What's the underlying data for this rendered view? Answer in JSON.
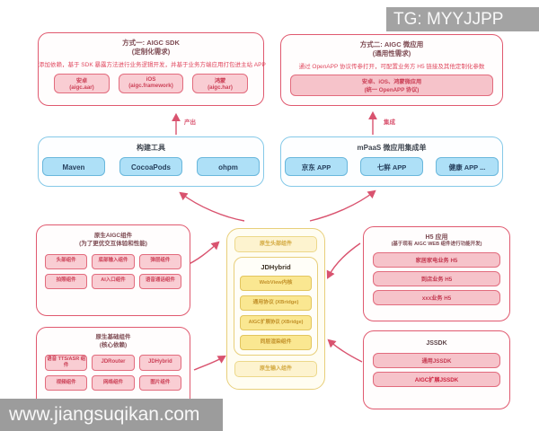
{
  "watermarks": {
    "top_right": "TG: MYYJJPP",
    "bottom_left": "www.jiangsuqikan.com"
  },
  "colors": {
    "red_border": "#e0596f",
    "pink_fill": "#f9cdd3",
    "blue_border": "#85c9e8",
    "blue_fill": "#aee0f7",
    "yellow_border": "#e8cf7a",
    "yellow_fill": "#fae791",
    "arrow": "#d9536f"
  },
  "method1": {
    "title_line1": "方式一: AIGC SDK",
    "title_line2": "(定制化需求)",
    "description": "添加依赖，基于 SDK 暴露方法进行业务逻辑开发，并基于业务方端应用打包进主站 APP",
    "items": [
      {
        "line1": "安卓",
        "line2": "(aigc.aar)"
      },
      {
        "line1": "iOS",
        "line2": "(aigc.framework)"
      },
      {
        "line1": "鸿蒙",
        "line2": "(aigc.har)"
      }
    ]
  },
  "method2": {
    "title_line1": "方式二: AIGC 微应用",
    "title_line2": "(通用性需求)",
    "description": "通过 OpenAPP 协议传参打开，可配置业务方 H5 链接及其他定制化参数",
    "item_line1": "安卓、iOS、鸿蒙微应用",
    "item_line2": "(统一 OpenAPP 协议)"
  },
  "arrow_labels": {
    "left": "产出",
    "right": "集成"
  },
  "build_tools": {
    "title": "构建工具",
    "items": [
      "Maven",
      "CocoaPods",
      "ohpm"
    ]
  },
  "mpaas": {
    "title": "mPaaS 微应用集成单",
    "items": [
      "京东 APP",
      "七鲜 APP",
      "健康 APP ..."
    ]
  },
  "center": {
    "top_pill": "原生头部组件",
    "inner_title": "JDHybrid",
    "inner_items": [
      "WebView内核",
      "通用协议 (XBridge)",
      "AIGC扩展协议 (XBridge)",
      "同层渲染组件"
    ],
    "bottom_pill": "原生输入组件"
  },
  "native_aigc": {
    "title_line1": "原生AIGC组件",
    "title_line2": "(为了更优交互体验和性能)",
    "items": [
      "头部组件",
      "底部输入组件",
      "弹层组件",
      "拍照组件",
      "AI入口组件",
      "语音通话组件"
    ]
  },
  "native_base": {
    "title_line1": "原生基础组件",
    "title_line2": "(核心依赖)",
    "items": [
      "语音 TTS/ASR 组件",
      "JDRouter",
      "JDHybrid",
      "视频组件",
      "网络组件",
      "图片组件"
    ]
  },
  "h5_apps": {
    "title_line1": "H5 应用",
    "title_line2": "(基于现有 AIGC WEB 组件进行功能开发)",
    "items": [
      "家居家电业务 H5",
      "到店业务 H5",
      "xxx业务 H5"
    ]
  },
  "jssdk": {
    "title": "JSSDK",
    "items": [
      "通用JSSDK",
      "AIGC扩展JSSDK"
    ]
  }
}
